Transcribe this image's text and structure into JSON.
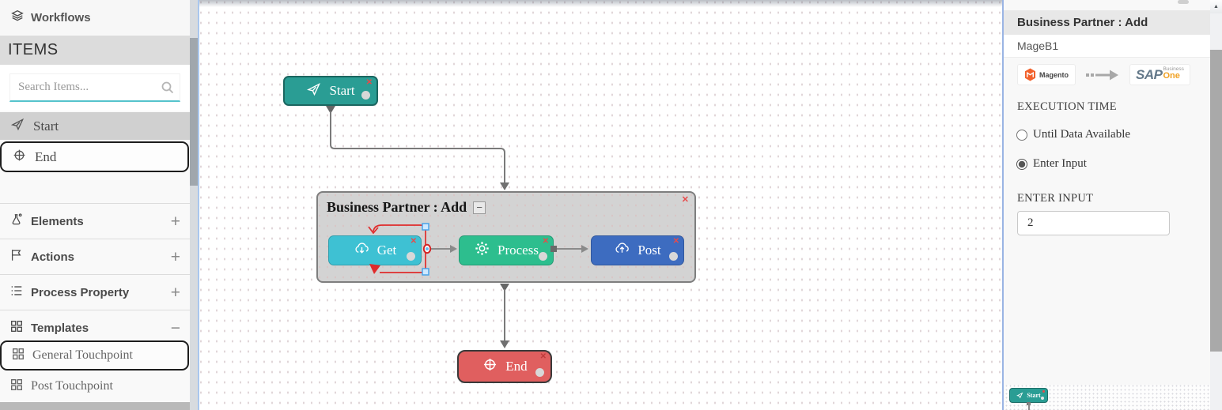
{
  "glyphs": {
    "close": "✕",
    "collapse": "−",
    "plus": "+",
    "minus": "−",
    "scroll_up": "▲"
  },
  "colors": {
    "teal_start": "#2a9d94",
    "cyan_get": "#3ec1d3",
    "green_process": "#2dbe8e",
    "blue_post": "#3d6cc0",
    "red_end": "#e05f5f",
    "selection_red": "#e02b2b",
    "handle_blue": "#4aa3e8",
    "accent_search": "#55c3cc",
    "magento_orange": "#f2612c",
    "sap_orange": "#f0a022",
    "panel_border_blue": "#9ab4e4"
  },
  "sidebar": {
    "header": {
      "label": "Workflows"
    },
    "items_title": "ITEMS",
    "search": {
      "placeholder": "Search Items..."
    },
    "palette": {
      "start": "Start",
      "end": "End"
    },
    "sections": {
      "elements": {
        "label": "Elements",
        "toggle": "+"
      },
      "actions": {
        "label": "Actions",
        "toggle": "+"
      },
      "process_property": {
        "label": "Process Property",
        "toggle": "+"
      },
      "templates": {
        "label": "Templates",
        "toggle": "−"
      }
    },
    "templates": {
      "general": "General Touchpoint",
      "post": "Post Touchpoint"
    }
  },
  "canvas": {
    "start": {
      "label": "Start"
    },
    "group": {
      "title": "Business Partner : Add",
      "nodes": {
        "get": "Get",
        "process": "Process",
        "post": "Post"
      }
    },
    "end": {
      "label": "End"
    }
  },
  "panel": {
    "title": "Business Partner : Add",
    "name": "MageB1",
    "integration": {
      "source": "Magento",
      "target_brand": "SAP",
      "target_line1": "Business",
      "target_line2": "One"
    },
    "execution_time": {
      "label": "EXECUTION TIME",
      "options": [
        {
          "label": "Until Data Available",
          "selected": false
        },
        {
          "label": "Enter Input",
          "selected": true
        }
      ]
    },
    "enter_input": {
      "label": "ENTER INPUT",
      "value": "2"
    },
    "preview": {
      "start_label": "Start"
    }
  }
}
